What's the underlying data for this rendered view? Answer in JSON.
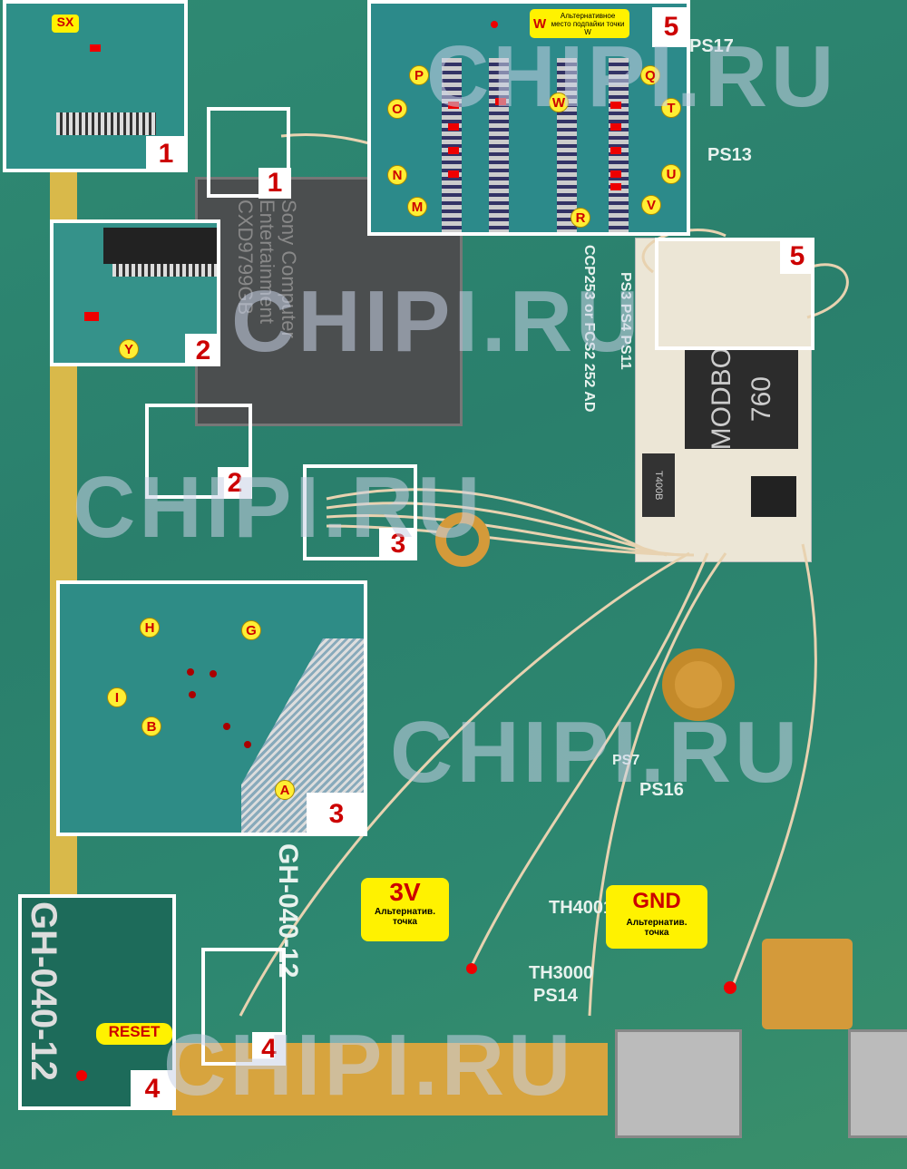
{
  "callouts": {
    "n1": "1",
    "n2": "2",
    "n3": "3",
    "n4": "4",
    "n5": "5"
  },
  "chip_text": [
    "Sony Computer",
    "Entertainment",
    "CXD9799GB"
  ],
  "mod_chip": [
    "MODBO",
    "760"
  ],
  "mod_small_chip": "T400B",
  "silkscreen": {
    "ps17": "PS17",
    "ps13": "PS13",
    "ps16": "PS16",
    "ps7": "PS7",
    "th4001": "TH4001",
    "th3000": "TH3000",
    "ps14": "PS14",
    "gh": "GH-040-12",
    "ccp": "CCP253 or FCS2 252 AD",
    "ps_list": "PS3 PS4 PS11"
  },
  "watermark": "CHIPI.RU",
  "inset1": {
    "sx": "SX"
  },
  "inset2": {
    "y": "Y"
  },
  "inset3": {
    "points": [
      "H",
      "G",
      "I",
      "B",
      "A"
    ]
  },
  "inset4": {
    "reset": "RESET"
  },
  "inset5": {
    "points": [
      "P",
      "Q",
      "O",
      "T",
      "W",
      "N",
      "U",
      "M",
      "R",
      "V"
    ],
    "alt_w_letter": "W",
    "alt_w_text": "Альтернативное место подпайки точки W"
  },
  "v3": {
    "title": "3V",
    "text": "Альтернатив. точка"
  },
  "gnd": {
    "title": "GND",
    "text": "Альтернатив. точка"
  },
  "colors": {
    "label_bg": "#fff200",
    "label_text": "#cc0000",
    "pcb": "#2f8a73"
  }
}
